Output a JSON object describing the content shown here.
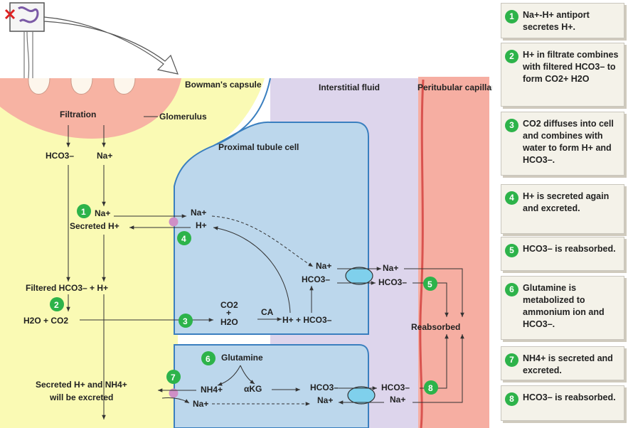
{
  "regions": {
    "bowmans_capsule": "Bowman's capsule",
    "interstitial_fluid": "Interstitial fluid",
    "peritubular_capillary": "Peritubular capillary",
    "filtration": "Filtration",
    "glomerulus": "Glomerulus",
    "proximal_tubule_cell": "Proximal tubule cell",
    "reabsorbed": "Reabsorbed"
  },
  "labels": {
    "hco3_filtrate": "HCO3–",
    "na_filtrate": "Na+",
    "na_lumen": "Na+",
    "secreted_h": "Secreted H+",
    "na_cell": "Na+",
    "h_cell": "H+",
    "filtered_hco3_h": "Filtered HCO3– + H+",
    "h2o_co2": "H2O + CO2",
    "co2": "CO2",
    "plus": "+",
    "h2o": "H2O",
    "ca": "CA",
    "h_plus_hco3": "H+ + HCO3–",
    "na_baso": "Na+",
    "hco3_baso": "HCO3–",
    "na_interstitial": "Na+",
    "hco3_interstitial": "HCO3–",
    "glutamine": "Glutamine",
    "nh4_cell": "NH4+",
    "akg": "αKG",
    "hco3_baso2": "HCO3–",
    "na_baso2": "Na+",
    "hco3_interstitial2": "HCO3–",
    "na_interstitial2": "Na+",
    "nh4_na_lumen": "Na+",
    "excreted_line1": "Secreted H+ and NH4+",
    "excreted_line2": "will be excreted"
  },
  "steps": [
    {
      "num": "1",
      "text": "Na+-H+ antiport secretes H+."
    },
    {
      "num": "2",
      "text": "H+ in filtrate combines with filtered HCO3– to form CO2+ H2O"
    },
    {
      "num": "3",
      "text": "CO2 diffuses into cell and combines with water to form H+ and HCO3–."
    },
    {
      "num": "4",
      "text": "H+ is secreted again and excreted."
    },
    {
      "num": "5",
      "text": "HCO3– is reabsorbed."
    },
    {
      "num": "6",
      "text": "Glutamine is metabolized to ammonium ion and HCO3–."
    },
    {
      "num": "7",
      "text": "NH4+ is secreted and excreted."
    },
    {
      "num": "8",
      "text": "HCO3– is reabsorbed."
    }
  ],
  "colors": {
    "filtrate": "#fafab4",
    "cell": "#bcd7ec",
    "cell_border": "#3a7fbf",
    "interstitial": "#ddd5ec",
    "capillary": "#f6aea2",
    "glomerulus": "#f7b3a3",
    "step_badge": "#2db34a",
    "transporter_blue": "#7fd0ec",
    "transporter_pink": "#cf8fc6",
    "note_bg": "#f4f2e9"
  }
}
